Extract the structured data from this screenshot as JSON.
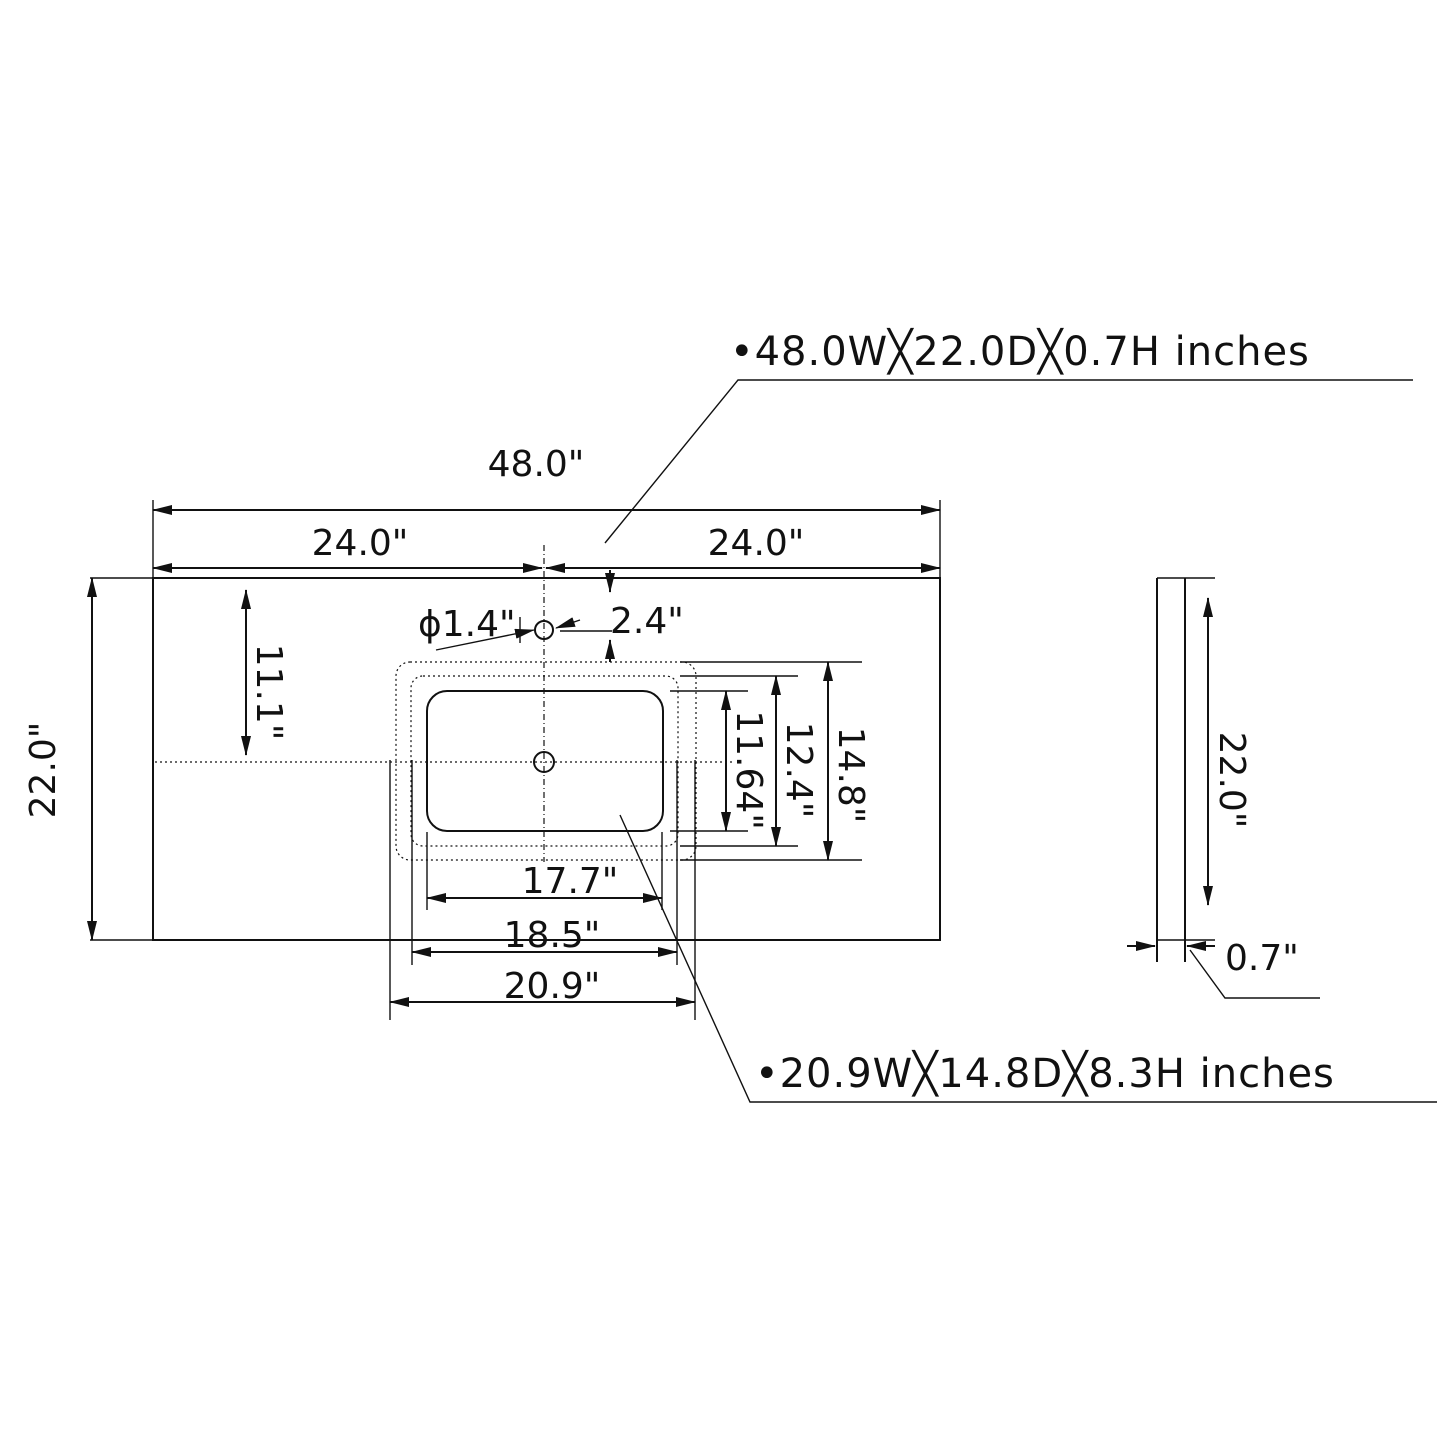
{
  "specs": {
    "top": "•48.0W╳22.0D╳0.7H  inches",
    "sink": "•20.9W╳14.8D╳8.3H  inches"
  },
  "top_view": {
    "overall_width": "48.0\"",
    "left_half": "24.0\"",
    "right_half": "24.0\"",
    "depth": "22.0\"",
    "half_depth": "11.1\"",
    "faucet_hole": "ϕ1.4\"",
    "faucet_offset": "2.4\"",
    "inner_depth": "11.64\"",
    "mid_depth": "12.4\"",
    "outer_depth": "14.8\"",
    "inner_width": "17.7\"",
    "mid_width": "18.5\"",
    "outer_width": "20.9\""
  },
  "side_view": {
    "depth": "22.0\"",
    "thickness": "0.7\""
  },
  "colors": {
    "line": "#111111",
    "background": "#ffffff"
  }
}
